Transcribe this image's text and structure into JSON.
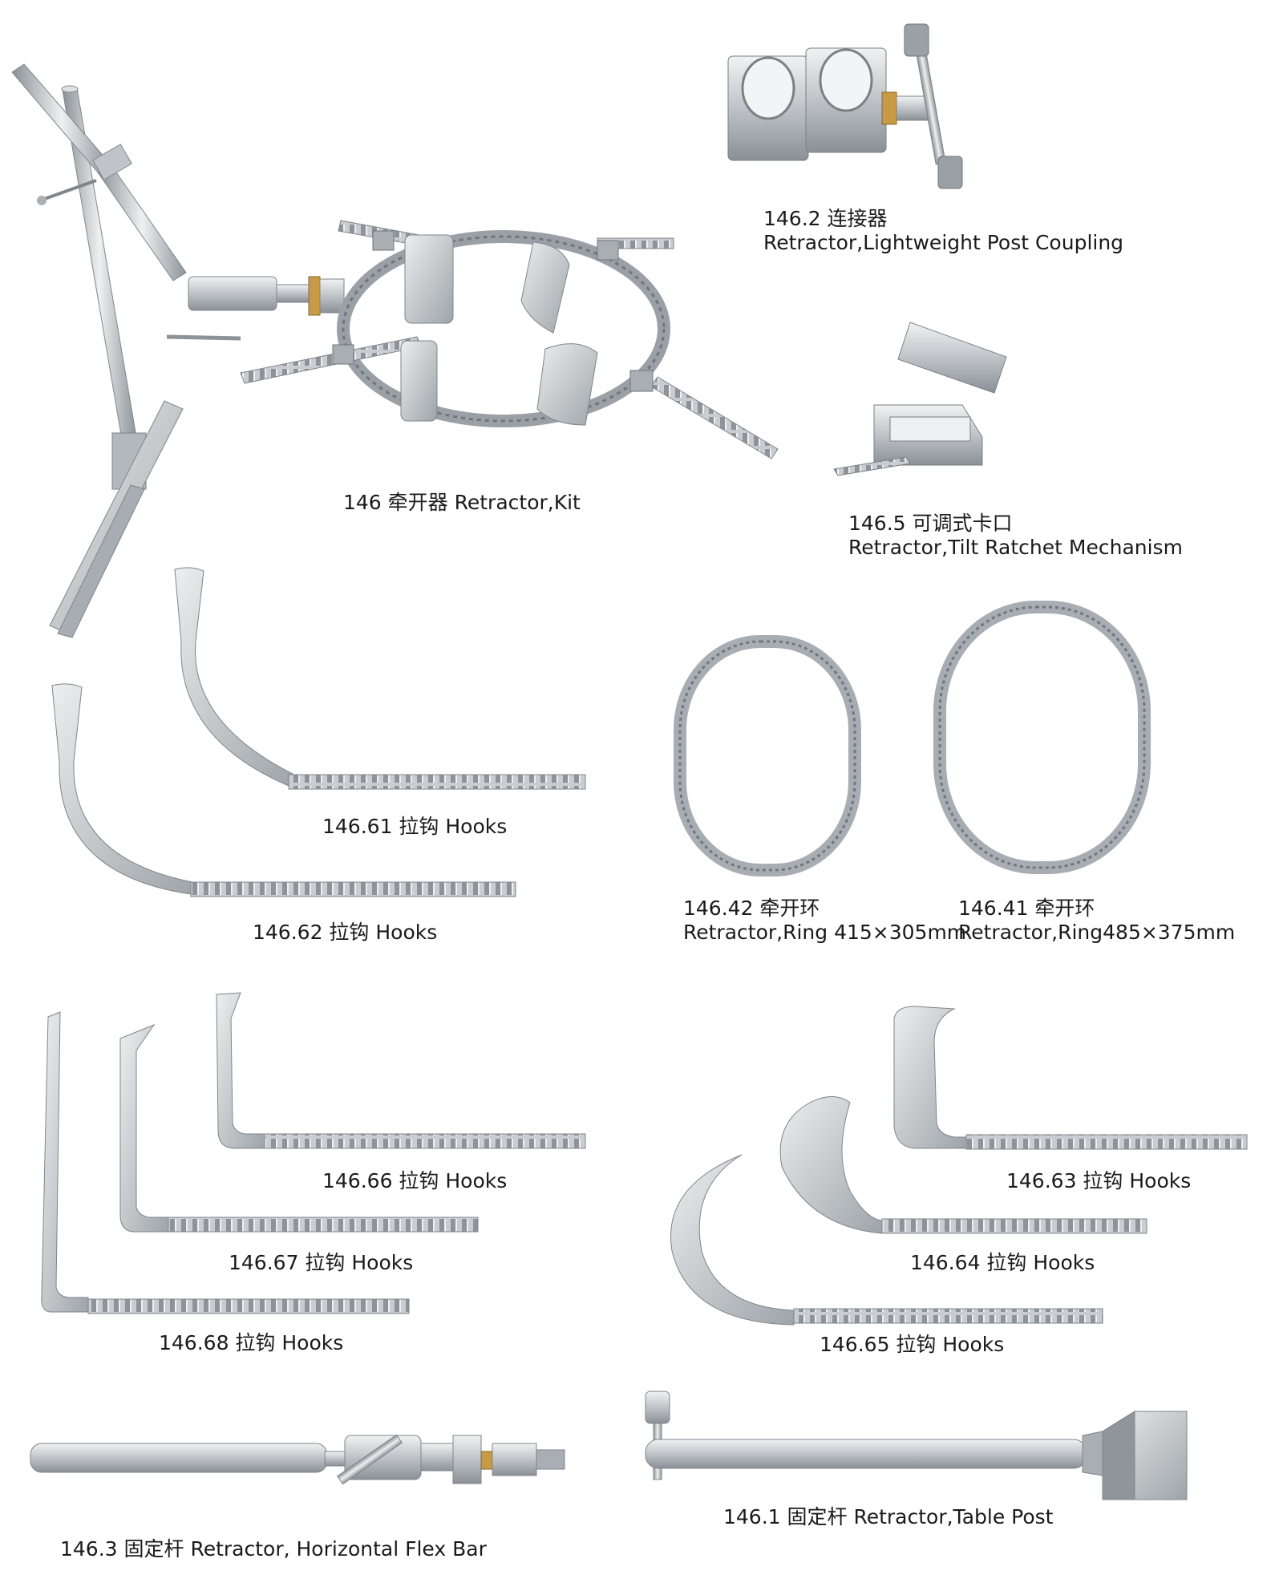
{
  "colors": {
    "steel": "#b9bdc2",
    "steel_dark": "#7f858b",
    "steel_light": "#e6e8ea",
    "brass": "#c9a04a",
    "text": "#1a1a1a"
  },
  "items": {
    "kit": {
      "code": "146 牵开器",
      "name": "Retractor,Kit"
    },
    "coupling": {
      "code": "146.2 连接器",
      "name": "Retractor,Lightweight Post Coupling"
    },
    "ratchet": {
      "code": "146.5 可调式卡口",
      "name": "Retractor,Tilt Ratchet Mechanism"
    },
    "h61": {
      "label": "146.61 拉钩 Hooks"
    },
    "h62": {
      "label": "146.62 拉钩 Hooks"
    },
    "ring42": {
      "code": "146.42 牵开环",
      "name": "Retractor,Ring 415×305mm"
    },
    "ring41": {
      "code": "146.41 牵开环",
      "name": "Retractor,Ring485×375mm"
    },
    "h66": {
      "label": "146.66 拉钩 Hooks"
    },
    "h67": {
      "label": "146.67 拉钩 Hooks"
    },
    "h68": {
      "label": "146.68 拉钩 Hooks"
    },
    "h63": {
      "label": "146.63 拉钩 Hooks"
    },
    "h64": {
      "label": "146.64 拉钩 Hooks"
    },
    "h65": {
      "label": "146.65 拉钩 Hooks"
    },
    "flexbar": {
      "label": "146.3 固定杆 Retractor, Horizontal Flex Bar"
    },
    "tablepost": {
      "label": "146.1 固定杆 Retractor,Table Post"
    }
  }
}
